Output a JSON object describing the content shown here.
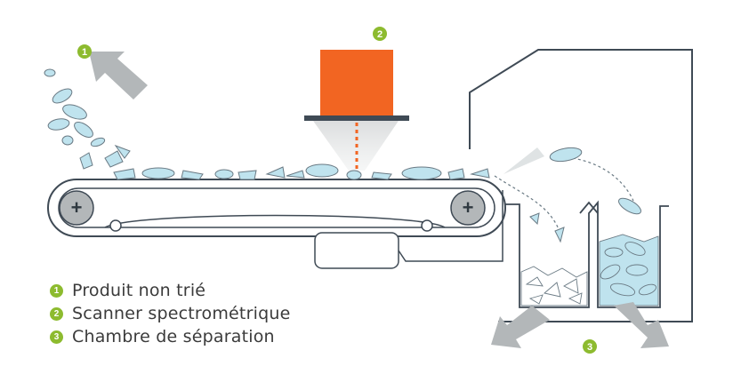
{
  "colors": {
    "badge": "#8dbb2f",
    "scanner": "#f26522",
    "line": "#3f4a55",
    "arrow": "#b3b7b9",
    "bottle": "#bfe3ee"
  },
  "badges": [
    "1",
    "2",
    "3"
  ],
  "legend": [
    {
      "num": "1",
      "label": "Produit non trié"
    },
    {
      "num": "2",
      "label": "Scanner spectrométrique"
    },
    {
      "num": "3",
      "label": "Chambre de séparation"
    }
  ],
  "icons": {
    "roller_left": "plus-icon",
    "roller_right": "plus-icon"
  },
  "roller_symbol": "+"
}
